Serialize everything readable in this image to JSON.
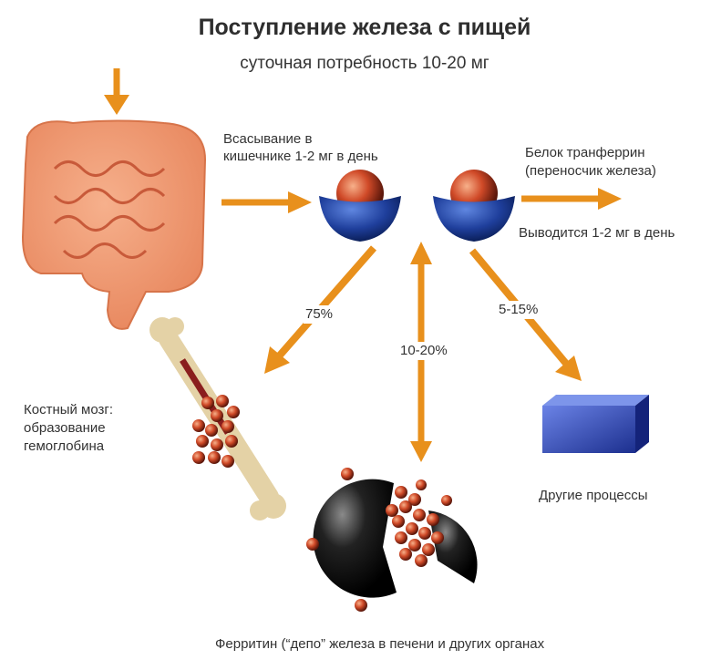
{
  "header": {
    "title": "Поступление железа с пищей",
    "subtitle": "суточная потребность 10-20 мг"
  },
  "labels": {
    "absorption_line1": "Всасывание в",
    "absorption_line2": "кишечнике 1-2 мг в день",
    "transferrin_line1": "Белок транферрин",
    "transferrin_line2": "(переносчик железа)",
    "excretion": "Выводится 1-2 мг в день",
    "pct_bone": "75%",
    "pct_ferritin": "10-20%",
    "pct_other": "5-15%",
    "bone_marrow_line1": "Костный мозг:",
    "bone_marrow_line2": "образование",
    "bone_marrow_line3": "гемоглобина",
    "other_processes": "Другие процессы",
    "ferritin": "Ферритин (“депо” железа в печени и других органах"
  },
  "colors": {
    "arrow": "#e8901c",
    "bowl": "#1f3f9c",
    "iron": "#c9472a",
    "box": "#2a3fa8",
    "ferritin": "#1a1a1a"
  }
}
